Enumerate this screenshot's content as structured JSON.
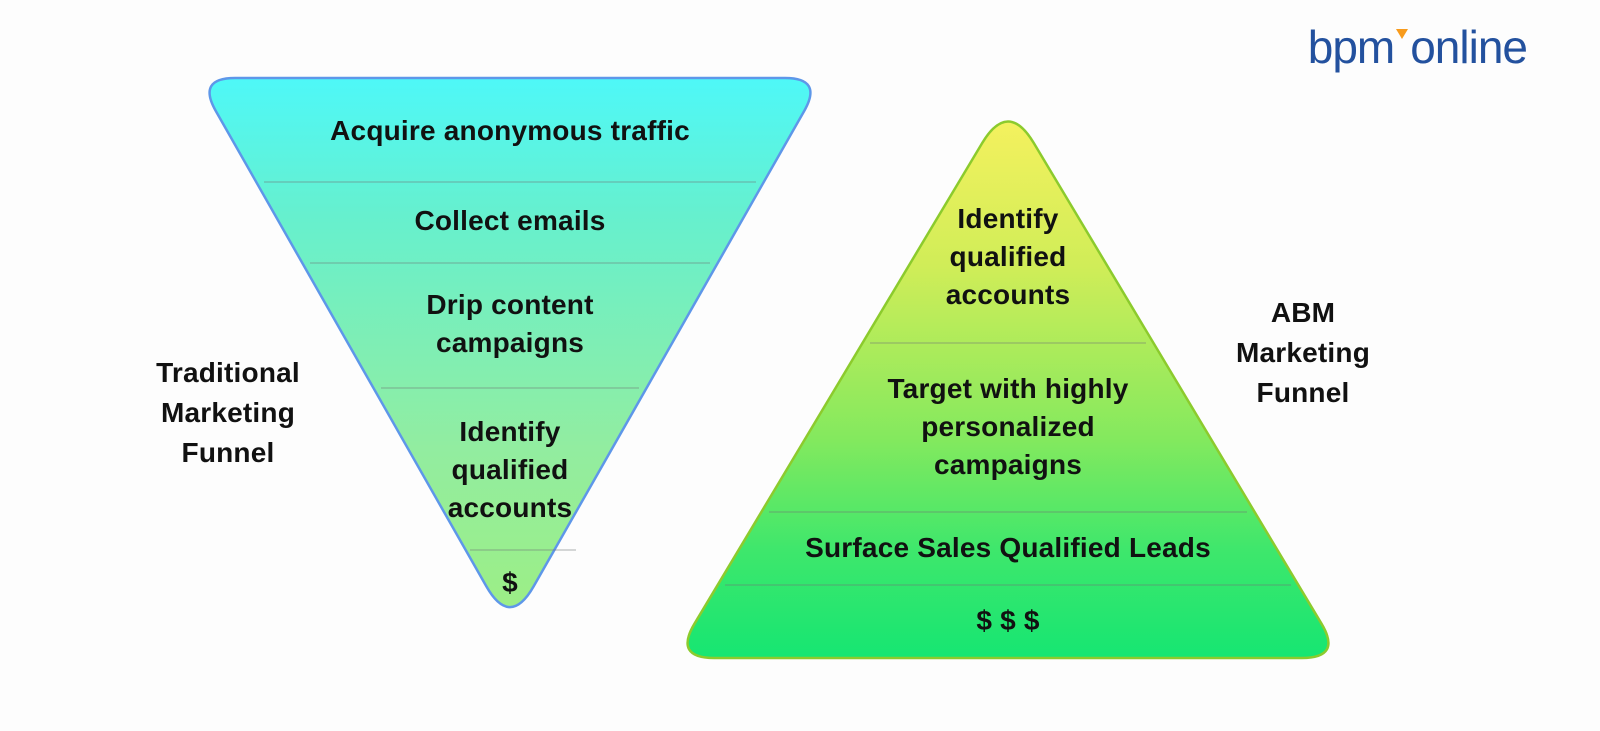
{
  "background_color": "#FDFDFD",
  "text_color": "#111111",
  "logo": {
    "prefix": "bpm",
    "suffix": "online",
    "mark": "orange-down-triangle-apostrophe",
    "color": "#23519E",
    "mark_color": "#F89B1C"
  },
  "traditional_funnel": {
    "label": "Traditional\nMarketing\nFunnel",
    "shape": "inverted-triangle",
    "border_color": "#5E97E9",
    "divider_color": "rgba(110,118,118,0.38)",
    "gradient": [
      "#4EF8F8",
      "#66F0CE",
      "#92EDA0",
      "#9CEE86"
    ],
    "sections": [
      {
        "text": "Acquire anonymous traffic"
      },
      {
        "text": "Collect emails"
      },
      {
        "text": "Drip content\ncampaigns"
      },
      {
        "text": "Identify\nqualified\naccounts"
      },
      {
        "text": "$"
      }
    ]
  },
  "abm_funnel": {
    "label": "ABM\nMarketing\nFunnel",
    "shape": "triangle",
    "border_color": "#8CCB2D",
    "divider_color": "rgba(110,118,118,0.38)",
    "gradient": [
      "#F4F15E",
      "#D0ED58",
      "#84E95E",
      "#3EE76C",
      "#16E672"
    ],
    "sections": [
      {
        "text": "Identify\nqualified\naccounts"
      },
      {
        "text": "Target with highly\npersonalized\ncampaigns"
      },
      {
        "text": "Surface Sales Qualified Leads"
      },
      {
        "text": "$ $ $"
      }
    ]
  }
}
